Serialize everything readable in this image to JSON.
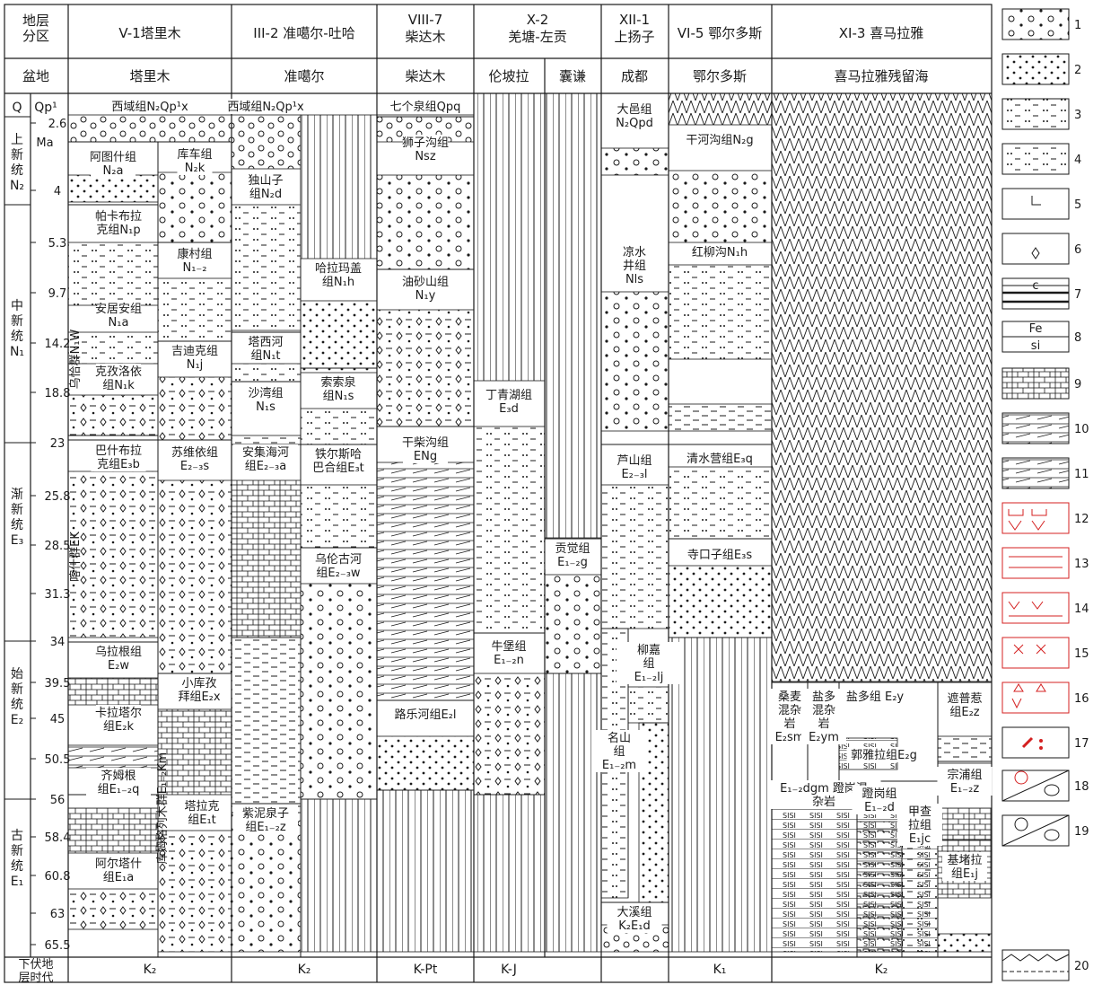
{
  "header": {
    "zone_label": "地层\n分区",
    "basin_label": "盆地",
    "zones": [
      {
        "code": "V-1",
        "name": "塔里木"
      },
      {
        "code": "III-2",
        "name": "准噶尔-吐哈"
      },
      {
        "code": "VIII-7",
        "name": "柴达木"
      },
      {
        "code": "X-2",
        "name": "羌塘-左贡"
      },
      {
        "code": "XII-1",
        "name": "上扬子"
      },
      {
        "code": "VI-5",
        "name": "鄂尔多斯"
      },
      {
        "code": "XI-3",
        "name": "喜马拉雅"
      }
    ],
    "basins": [
      "塔里木",
      "准噶尔",
      "柴达木",
      "伦坡拉",
      "囊谦",
      "成都",
      "鄂尔多斯",
      "喜马拉雅残留海"
    ]
  },
  "time_scale": {
    "q_label": "Q",
    "qp_label": "Qp¹",
    "ma_unit": "Ma",
    "ticks": [
      "2.6",
      "4",
      "5.3",
      "9.7",
      "14.2",
      "18.8",
      "23",
      "25.8",
      "28.5",
      "31.3",
      "34",
      "39.5",
      "45",
      "50.5",
      "56",
      "58.4",
      "60.8",
      "63",
      "65.5"
    ],
    "epochs": [
      {
        "name": "上新统",
        "code": "N₂"
      },
      {
        "name": "中新统",
        "code": "N₁"
      },
      {
        "name": "渐新统",
        "code": "E₃"
      },
      {
        "name": "始新统",
        "code": "E₂"
      },
      {
        "name": "古新统",
        "code": "E₁"
      }
    ],
    "underlying_label": "下伏地\n层时代"
  },
  "columns": {
    "tarim": {
      "left": [
        "西域组N₂Qp¹x",
        "阿图什组\nN₂a",
        "帕卡布拉\n克组N₁p",
        "安居安组\nN₁a",
        "克孜洛依\n组N₁k",
        "巴什布拉\n克组E₃b",
        "乌拉根组\nE₂w",
        "卡拉塔尔\n组E₂k",
        "齐姆根\n组E₁₋₂q",
        "阿尔塔什\n组E₁a"
      ],
      "right": [
        "库车组\nN₂k",
        "康村组\nN₁₋₂",
        "吉迪克组\nN₁j",
        "苏维依组\nE₂₋₃s",
        "小库孜\n拜组E₂x",
        "塔拉克\n组E₁t"
      ],
      "groups": [
        "乌恰群N₁W",
        "喀什群EK",
        "库姆格列木群E₁₋₂Km"
      ],
      "underlying": "K₂"
    },
    "junggar": {
      "left": [
        "西域组N₂Qp¹x",
        "独山子\n组N₂d",
        "塔西河\n组N₁t",
        "沙湾组\nN₁s",
        "安集海河\n组E₂₋₃a",
        "紫泥泉子\n组E₁₋₂z"
      ],
      "right": [
        "哈拉玛盖\n组N₁h",
        "索索泉\n组N₁s",
        "铁尔斯哈\n巴合组E₃t",
        "乌伦古河\n组E₂₋₃w"
      ],
      "underlying": "K₂"
    },
    "qaidam": {
      "units": [
        "七个泉组Qpq",
        "狮子沟组\nNsz",
        "油砂山组\nN₁y",
        "干柴沟组\nENg",
        "路乐河组E₂l"
      ],
      "underlying": "K-Pt"
    },
    "qiangtang": {
      "lunpola": [
        "丁青湖组\nE₃d",
        "牛堡组\nE₁₋₂n"
      ],
      "nangqian": [
        "贡觉组\nE₁₋₂g"
      ],
      "underlying": "K-J"
    },
    "chengdu": {
      "units": [
        "大邑组\nN₂Qpd",
        "凉水\n井组\nNls",
        "芦山组\nE₂₋₃l",
        "柳嘉\n组\nE₁₋₂lj",
        "名山\n组\nE₁₋₂m",
        "大溪组\nK₂E₁d"
      ]
    },
    "ordos": {
      "units": [
        "干河沟组N₂g",
        "红柳沟N₁h",
        "清水营组E₃q",
        "寺口子组E₃s"
      ],
      "underlying": "K₁"
    },
    "himalaya": {
      "units": [
        "桑麦\n混杂\n岩\nE₂sm",
        "盐多\n混杂\n岩\nE₂ym",
        "盐多组 E₂y",
        "郭雅拉组E₂g",
        "E₁₋₂dgm 蹬岗混\n杂岩",
        "蹬岗组\nE₁₋₂d",
        "甲查\n拉组\nE₁jc",
        "遮普惹\n组E₂z",
        "宗浦组\nE₁₋₂z",
        "基堵拉\n组E₁j"
      ],
      "underlying": "K₂"
    }
  },
  "legend": {
    "numbers": [
      "1",
      "2",
      "3",
      "4",
      "5",
      "6",
      "7",
      "8",
      "9",
      "10",
      "11",
      "12",
      "13",
      "14",
      "15",
      "16",
      "17",
      "18",
      "19",
      "20"
    ],
    "labels": {
      "c": "c",
      "fe": "Fe",
      "si": "si"
    }
  },
  "colors": {
    "line": "#1a1a1a",
    "volcanic": "#d42020"
  }
}
